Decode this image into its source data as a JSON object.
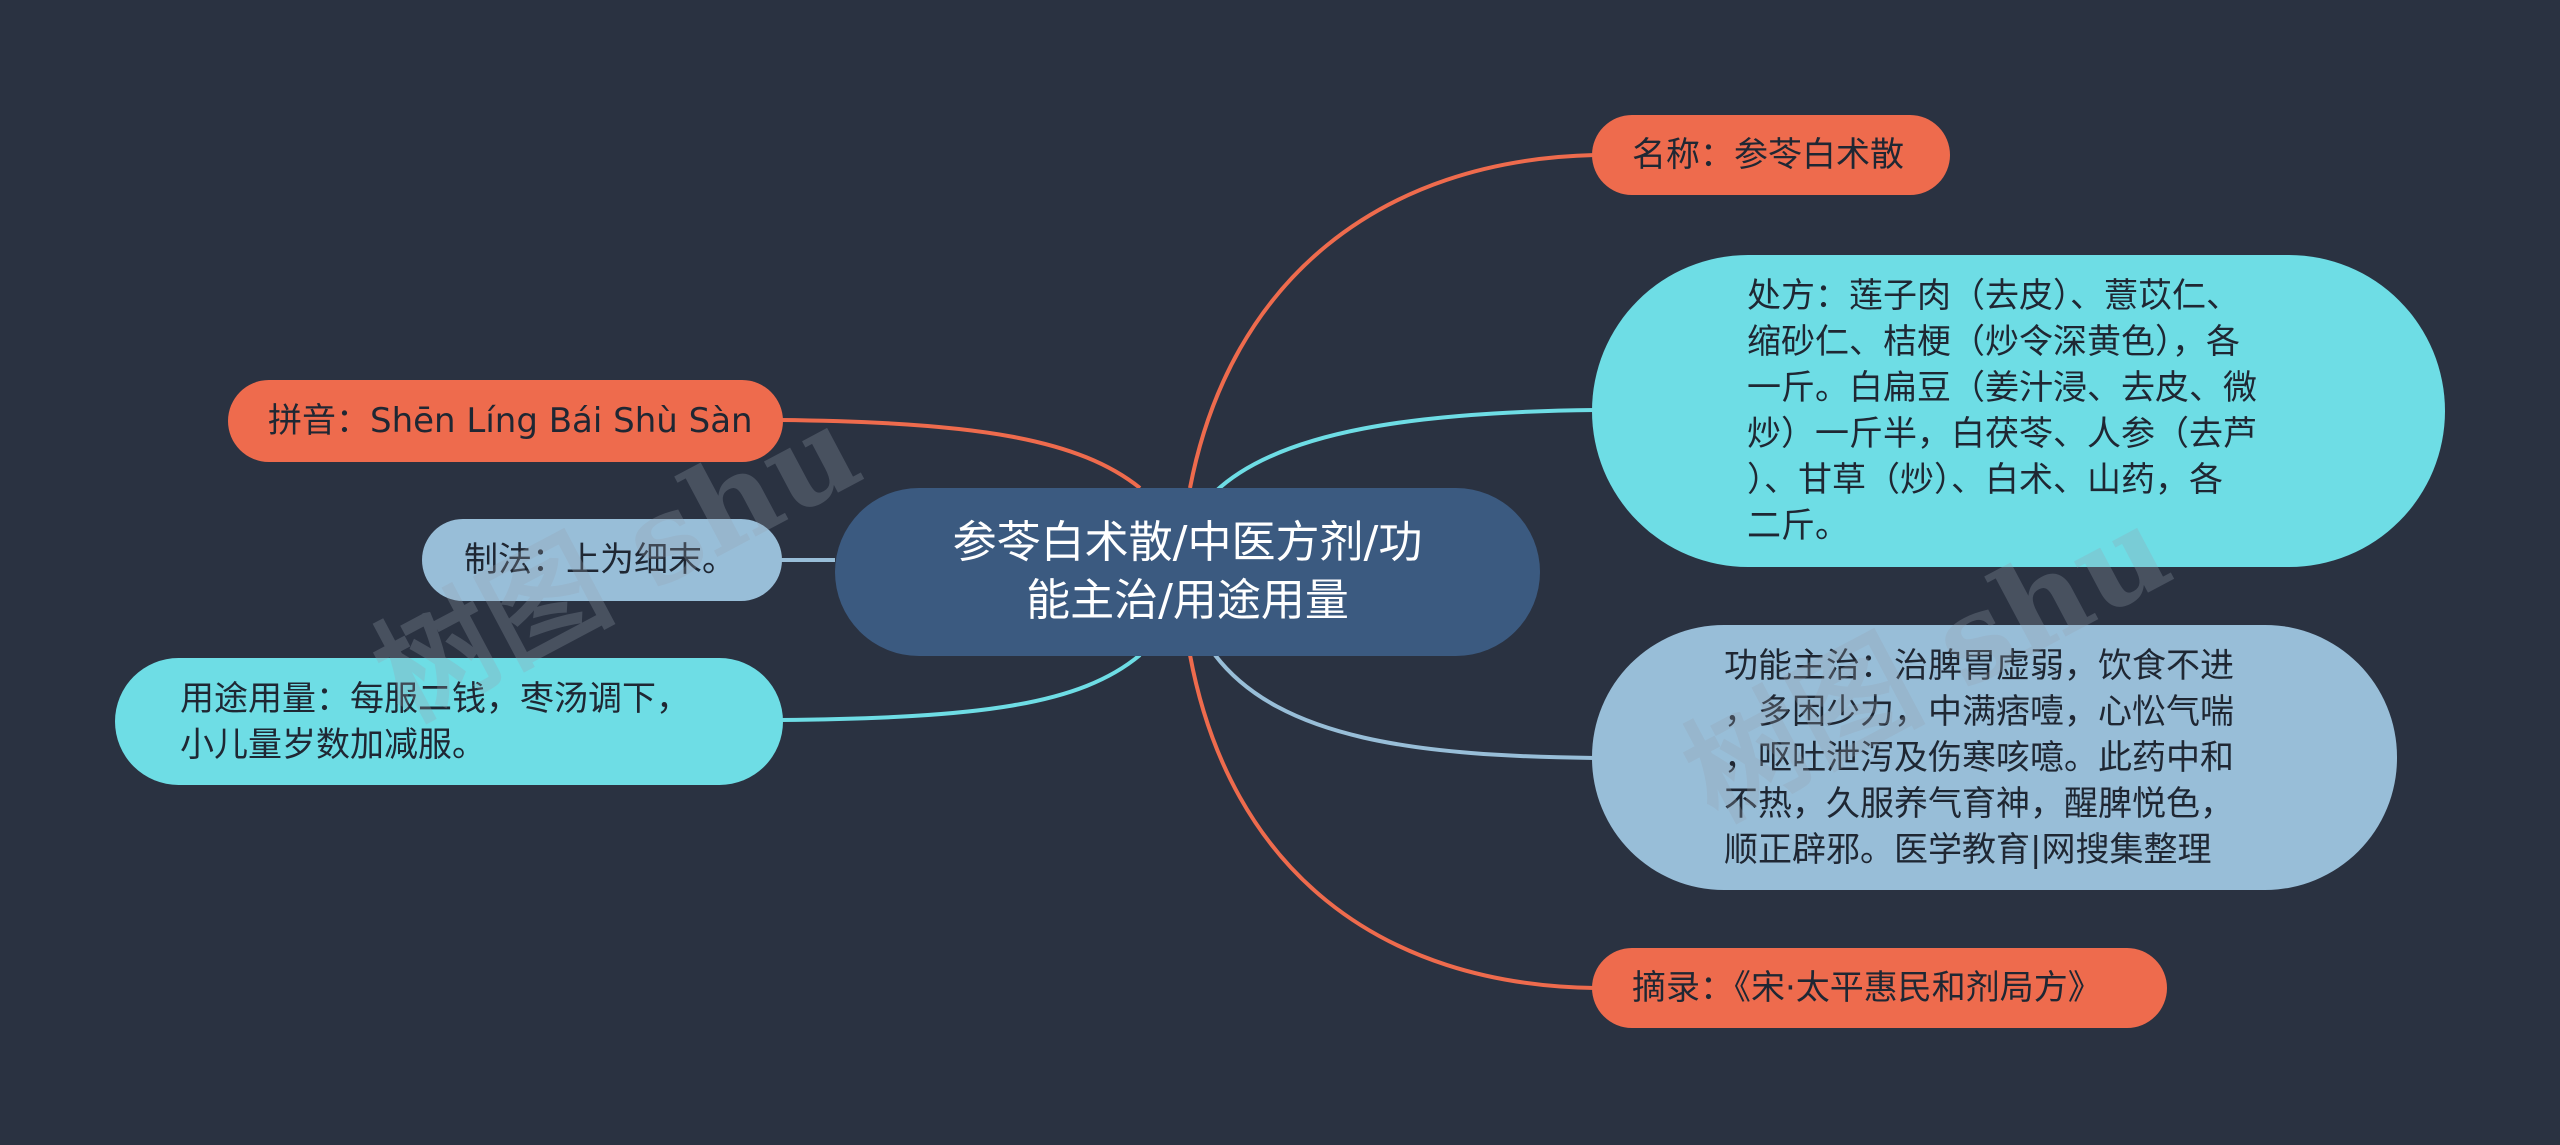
{
  "center": {
    "line1": "参苓白术散/中医方剂/功",
    "line2": "能主治/用途用量"
  },
  "right": {
    "name": "名称：参苓白术散",
    "formula": [
      "处方：莲子肉（去皮）、薏苡仁、",
      "缩砂仁、桔梗（炒令深黄色），各",
      "一斤。白扁豆（姜汁浸、去皮、微",
      "炒）一斤半，白茯苓、人参（去芦",
      "）、甘草（炒）、白术、山药，各",
      "二斤。"
    ],
    "indications": [
      "功能主治：治脾胃虚弱，饮食不进",
      "，多困少力，中满痞噎，心忪气喘",
      "，呕吐泄泻及伤寒咳噫。此药中和",
      "不热，久服养气育神，醒脾悦色，",
      "顺正辟邪。医学教育|网搜集整理"
    ],
    "source": "摘录：《宋·太平惠民和剂局方》"
  },
  "left": {
    "pinyin": "拼音：Shēn Líng Bái Shù Sàn",
    "method": "制法：上为细末。",
    "usage": [
      "用途用量：每服二钱，枣汤调下，",
      "小儿量岁数加减服。"
    ]
  },
  "colors": {
    "background": "#2a3241",
    "center": "#3b5a80",
    "orange": "#ee6b4d",
    "cyan": "#6edde5",
    "blue": "#98bed8"
  }
}
